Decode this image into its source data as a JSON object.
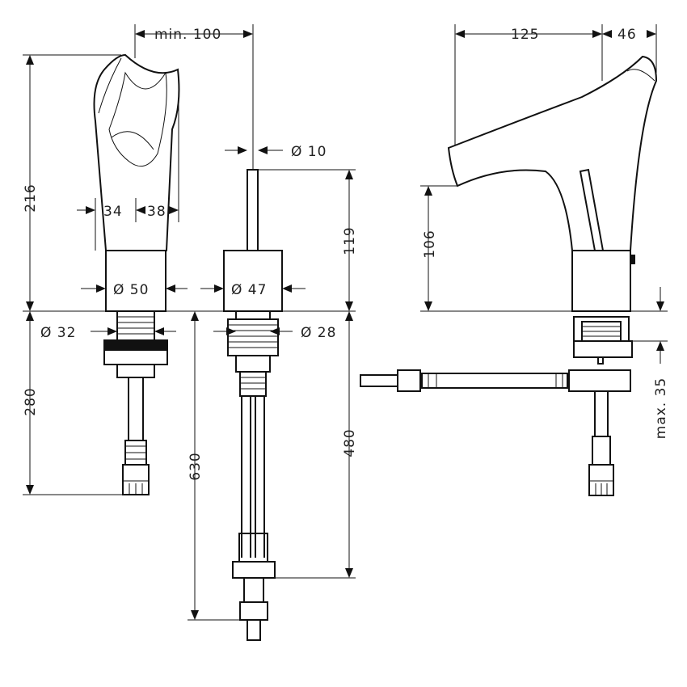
{
  "dimensions": {
    "min_100": "min. 100",
    "d10": "Ø 10",
    "w125": "125",
    "w46": "46",
    "h216": "216",
    "w34": "34",
    "w38": "38",
    "h119": "119",
    "h106": "106",
    "d50": "Ø 50",
    "d47": "Ø 47",
    "d32": "Ø 32",
    "d28": "Ø 28",
    "h280": "280",
    "h630": "630",
    "h480": "480",
    "max35": "max. 35"
  }
}
